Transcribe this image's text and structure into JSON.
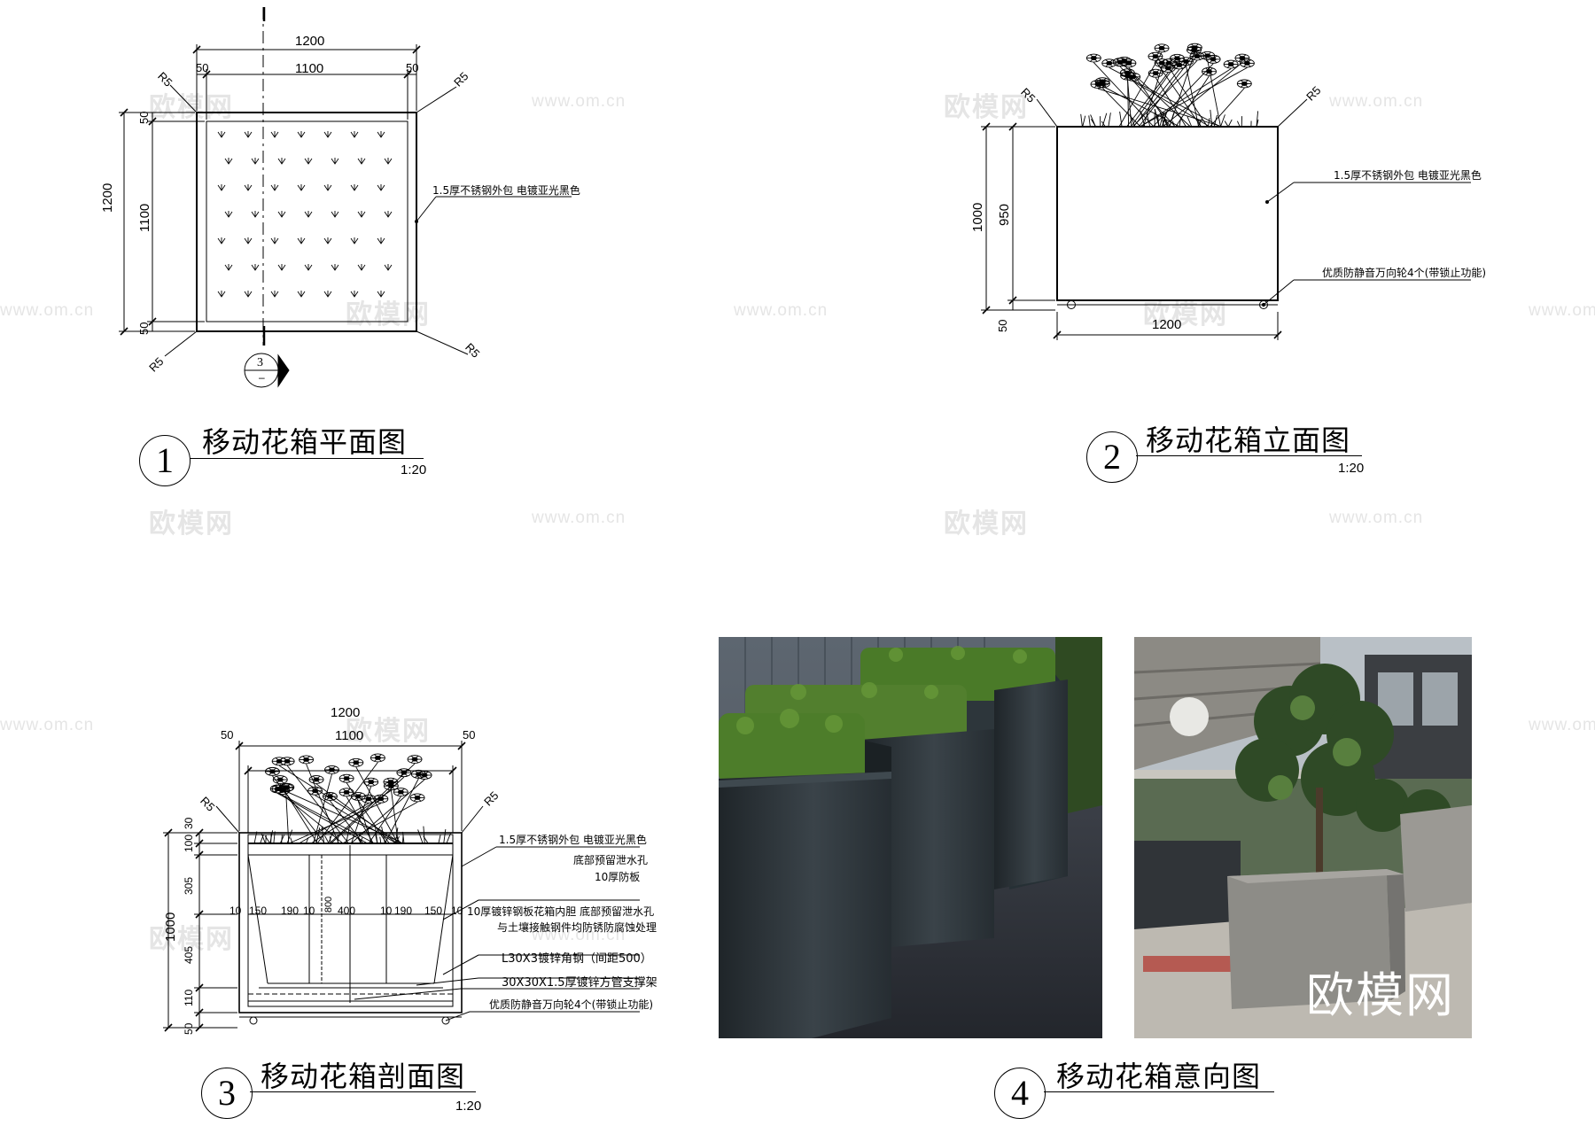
{
  "watermarks": {
    "brand": "欧模网",
    "url": "www.om.cn"
  },
  "drawing1": {
    "number": "1",
    "title": "移动花箱平面图",
    "scale": "1:20",
    "dims": {
      "overall_w": "1200",
      "inner_w": "1100",
      "side_left": "50",
      "side_right": "50",
      "overall_h": "1200",
      "inner_h": "1100",
      "top": "50",
      "bottom": "50"
    },
    "radius_labels": [
      "R5",
      "R5",
      "R5",
      "R5"
    ],
    "notes": [
      "1.5厚不锈钢外包  电镀亚光黑色"
    ],
    "section_marker": {
      "num": "3",
      "sheet": "–"
    }
  },
  "drawing2": {
    "number": "2",
    "title": "移动花箱立面图",
    "scale": "1:20",
    "dims": {
      "overall_h": "1000",
      "box_h": "950",
      "base": "50",
      "width": "1200"
    },
    "radius_labels": [
      "R5",
      "R5"
    ],
    "notes": [
      "1.5厚不锈钢外包  电镀亚光黑色",
      "优质防静音万向轮4个(带锁止功能)"
    ]
  },
  "drawing3": {
    "number": "3",
    "title": "移动花箱剖面图",
    "scale": "1:20",
    "dims": {
      "overall_w": "1200",
      "inner_w": "1100",
      "side_left": "50",
      "side_right": "50",
      "vertical": [
        "30",
        "100",
        "305",
        "405",
        "110",
        "50"
      ],
      "overall_h": "1000",
      "inner_row": [
        "10",
        "150",
        "190",
        "10",
        "800",
        "400",
        "10",
        "190",
        "150",
        "10"
      ]
    },
    "radius_labels": [
      "R5",
      "R5"
    ],
    "notes": [
      "1.5厚不锈钢外包  电镀亚光黑色",
      "底部预留泄水孔",
      "10厚防板",
      "10厚镀锌钢板花箱内胆  底部预留泄水孔",
      "与土壤接触钢件均防锈防腐蚀处理",
      "L30X3镀锌角钢（间距500）",
      "30X30X1.5厚镀锌方管支撑架",
      "优质防静音万向轮4个(带锁止功能)"
    ]
  },
  "drawing4": {
    "number": "4",
    "title": "移动花箱意向图",
    "photo_watermark": "欧模网"
  },
  "colors": {
    "line": "#000000",
    "watermark": "#e5e5e5",
    "planter_dark": "#2b3136",
    "hedge_green": "#4f7d2b",
    "deck": "#3a3d44"
  }
}
